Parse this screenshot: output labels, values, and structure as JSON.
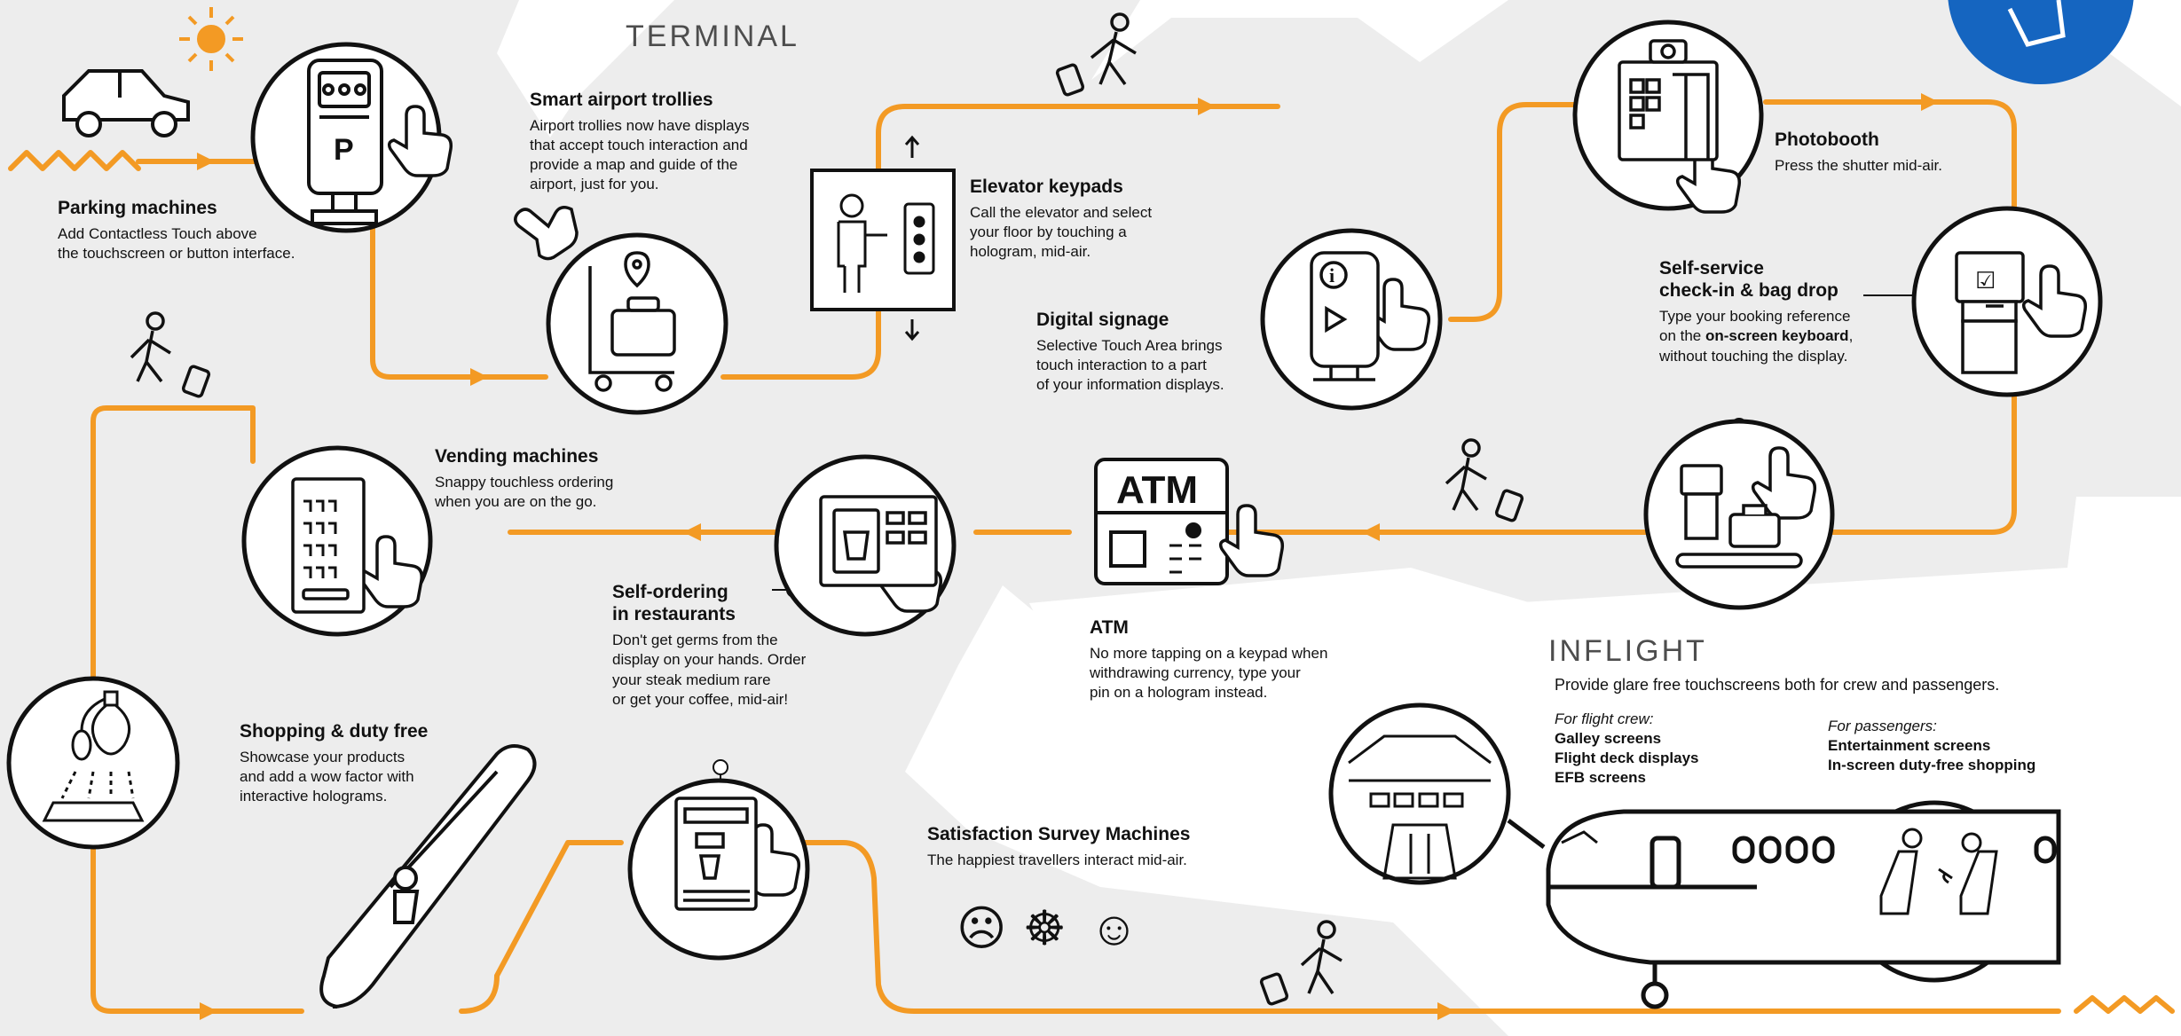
{
  "sections": {
    "terminal_title": "TERMINAL",
    "inflight_title": "INFLIGHT",
    "inflight_subtitle": "Provide glare free touchscreens both for crew and passengers."
  },
  "labels": {
    "parking": {
      "title": "Parking machines",
      "desc": [
        "Add Contactless Touch above",
        "the touchscreen or button interface."
      ]
    },
    "trolleys": {
      "title": "Smart airport trollies",
      "desc": [
        "Airport trollies now have displays",
        "that accept touch interaction and",
        "provide a map and guide of the",
        "airport, just for you."
      ]
    },
    "elevator": {
      "title": "Elevator keypads",
      "desc": [
        "Call the elevator and select",
        "your floor by touching a",
        "hologram, mid-air."
      ]
    },
    "signage": {
      "title": "Digital signage",
      "desc": [
        "Selective Touch Area brings",
        "touch interaction to a part",
        "of your information displays."
      ]
    },
    "photobooth": {
      "title": "Photobooth",
      "desc": [
        "Press the shutter mid-air."
      ]
    },
    "checkin": {
      "title_line1": "Self-service",
      "title_line2": "check-in & bag drop",
      "desc_line1": "Type your booking reference",
      "desc_line2_pre": "on the ",
      "desc_line2_bold": "on-screen keyboard",
      "desc_line2_post": ",",
      "desc_line3": "without touching the display."
    },
    "vending": {
      "title": "Vending machines",
      "desc": [
        "Snappy touchless ordering",
        "when you are on the go."
      ]
    },
    "restaurants": {
      "title_line1": "Self-ordering",
      "title_line2": "in restaurants",
      "desc": [
        "Don't get germs from the",
        "display on your hands. Order",
        "your steak medium rare",
        "or get your coffee, mid-air!"
      ]
    },
    "atm": {
      "title": "ATM",
      "desc": [
        "No more tapping on a keypad when",
        "withdrawing currency, type your",
        "pin on a hologram instead."
      ]
    },
    "shopping": {
      "title": "Shopping & duty free",
      "desc": [
        "Showcase your products",
        "and add a wow factor with",
        "interactive holograms."
      ]
    },
    "survey": {
      "title": "Satisfaction Survey Machines",
      "desc": [
        "The happiest travellers interact mid-air."
      ]
    },
    "crew": {
      "heading": "For flight crew:",
      "items": [
        "Galley screens",
        "Flight deck displays",
        "EFB screens"
      ]
    },
    "passengers": {
      "heading": "For passengers:",
      "items": [
        "Entertainment screens",
        "In-screen duty-free shopping"
      ]
    }
  },
  "icon_text": {
    "parking_sign": "P",
    "atm_sign": "ATM",
    "kiosk_info": "i",
    "checkin_mark": "☑"
  },
  "faces": [
    "☹",
    "☸",
    "☺"
  ],
  "colors": {
    "path": "#F39A24",
    "region": "#EDEDED",
    "outline": "#111111",
    "brand": "#1565C0",
    "sun": "#F39A24"
  }
}
